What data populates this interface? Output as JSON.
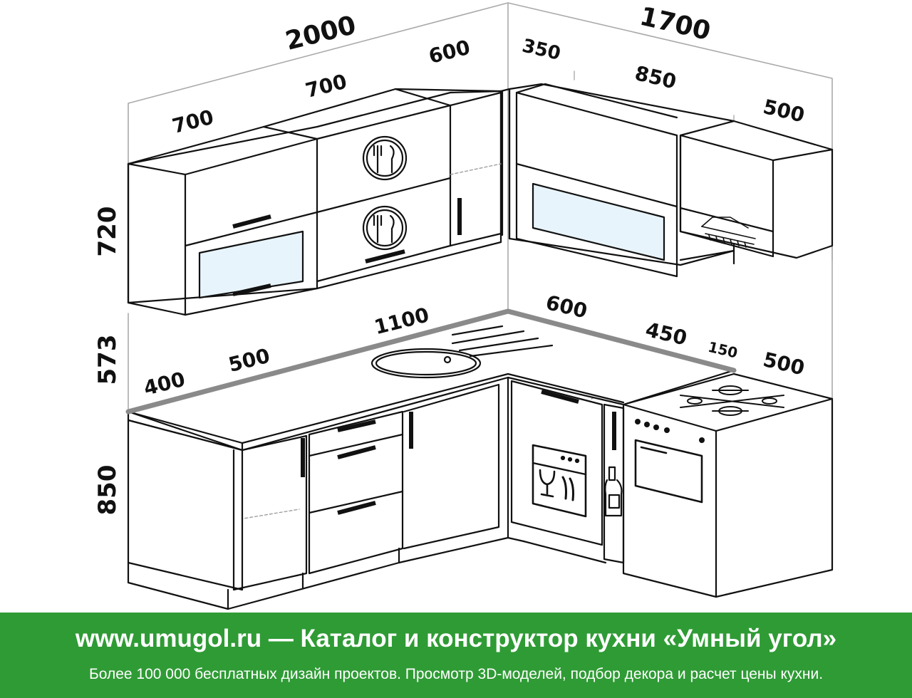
{
  "dimensions": {
    "upper_total": "2000",
    "upper_right_total": "1700",
    "upper_w1": "700",
    "upper_w2": "700",
    "upper_w3": "600",
    "upper_r1": "350",
    "upper_r2": "850",
    "upper_r3": "500",
    "height_upper": "720",
    "height_gap": "573",
    "height_base": "850",
    "counter_400": "400",
    "counter_500": "500",
    "counter_1100": "1100",
    "counter_600": "600",
    "counter_450": "450",
    "counter_150": "150",
    "counter_500b": "500"
  },
  "icons": {
    "upper_doors": "fork-knife-plate-icon",
    "dishwasher": "dishwasher-icon",
    "bottle_cabinet": "bottle-icon",
    "hood": "range-hood-icon",
    "hob": "gas-burners-icon",
    "oven": "oven-icon"
  },
  "colors": {
    "banner_bg": "#2f9b35",
    "glass": "#e8f4fc",
    "countertop_edge": "#8a8a8a"
  },
  "banner": {
    "title": "www.umugol.ru — Каталог и конструктор кухни «Умный угол»",
    "subtitle": "Более 100 000 бесплатных дизайн проектов. Просмотр 3D-моделей, подбор декора и расчет цены кухни."
  }
}
